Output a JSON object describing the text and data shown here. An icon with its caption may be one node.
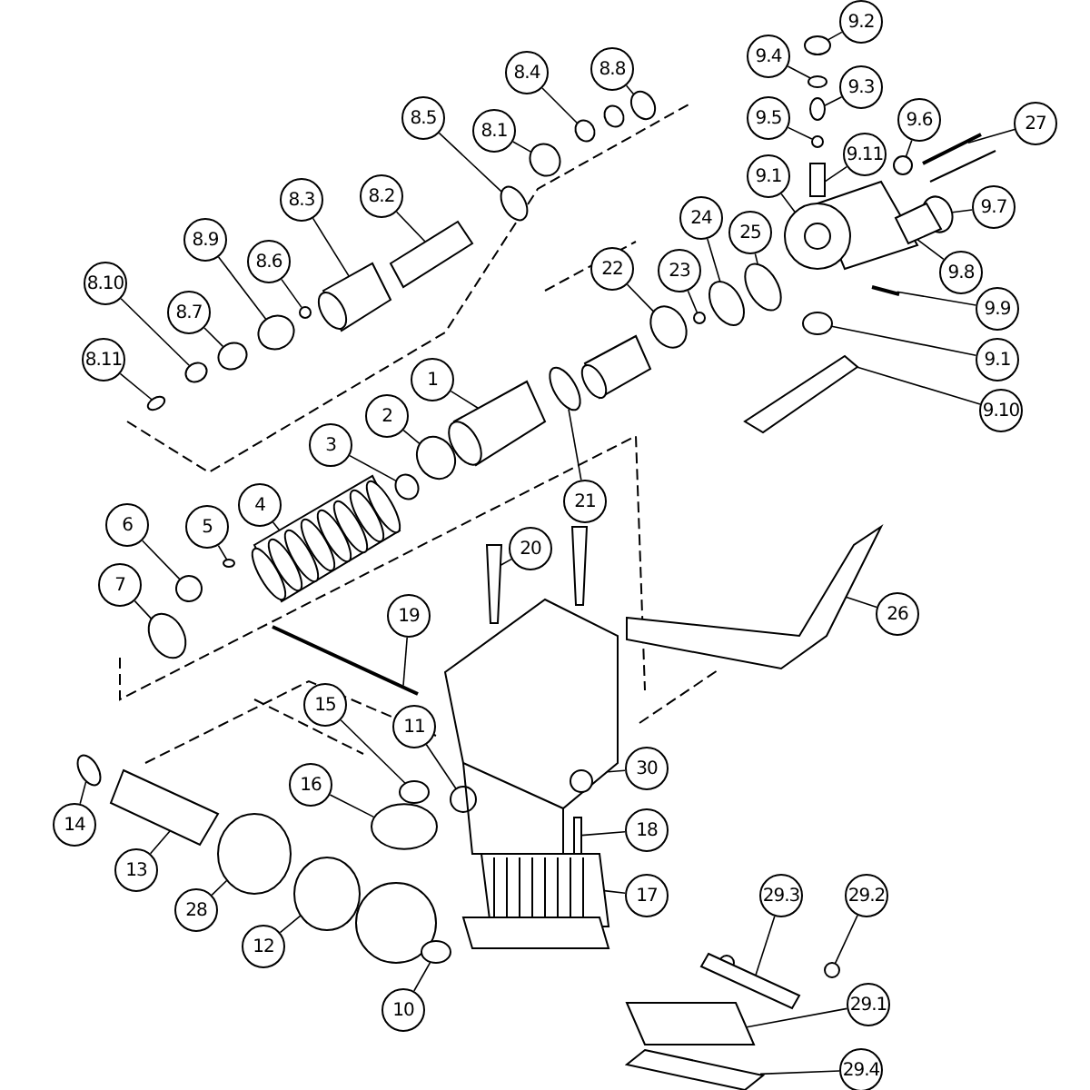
{
  "diagram": {
    "nodes": [
      {
        "text": [
          "9.2"
        ]
      },
      {
        "text": [
          "9.4"
        ]
      },
      {
        "text": [
          "8.8"
        ]
      },
      {
        "text": [
          "8.4"
        ]
      },
      {
        "text": [
          "9.3"
        ]
      },
      {
        "text": [
          "8.5"
        ]
      },
      {
        "text": [
          "9.5"
        ]
      },
      {
        "text": [
          "9.6"
        ]
      },
      {
        "text": [
          "27"
        ]
      },
      {
        "text": [
          "8.1"
        ]
      },
      {
        "text": [
          "9.11"
        ]
      },
      {
        "text": [
          "9.1"
        ]
      },
      {
        "text": [
          "8.2"
        ]
      },
      {
        "text": [
          "8.3"
        ]
      },
      {
        "text": [
          "9.7"
        ]
      },
      {
        "text": [
          "24"
        ]
      },
      {
        "text": [
          "25"
        ]
      },
      {
        "text": [
          "8.9"
        ]
      },
      {
        "text": [
          "9.8"
        ]
      },
      {
        "text": [
          "8.6"
        ]
      },
      {
        "text": [
          "22"
        ]
      },
      {
        "text": [
          "23"
        ]
      },
      {
        "text": [
          "8.10"
        ]
      },
      {
        "text": [
          "9.9"
        ]
      },
      {
        "text": [
          "8.7"
        ]
      },
      {
        "text": [
          "8.11"
        ]
      },
      {
        "text": [
          "9.1"
        ]
      },
      {
        "text": [
          "1"
        ]
      },
      {
        "text": [
          "9.10"
        ]
      },
      {
        "text": [
          "2"
        ]
      },
      {
        "text": [
          "3"
        ]
      },
      {
        "text": [
          "21"
        ]
      },
      {
        "text": [
          "4"
        ]
      },
      {
        "text": [
          "6"
        ]
      },
      {
        "text": [
          "5"
        ]
      },
      {
        "text": [
          "20"
        ]
      },
      {
        "text": [
          "7"
        ]
      },
      {
        "text": [
          "26"
        ]
      },
      {
        "text": [
          "19"
        ]
      },
      {
        "text": [
          "15"
        ]
      },
      {
        "text": [
          "11"
        ]
      },
      {
        "text": [
          "30"
        ]
      },
      {
        "text": [
          "16"
        ]
      },
      {
        "text": [
          "14"
        ]
      },
      {
        "text": [
          "18"
        ]
      },
      {
        "text": [
          "13"
        ]
      },
      {
        "text": [
          "17"
        ]
      },
      {
        "text": [
          "29.3"
        ]
      },
      {
        "text": [
          "29.2"
        ]
      },
      {
        "text": [
          "28"
        ]
      },
      {
        "text": [
          "12"
        ]
      },
      {
        "text": [
          "29.1"
        ]
      },
      {
        "text": [
          "10"
        ]
      },
      {
        "text": [
          "29.4"
        ]
      },
      {
        "text": [],
        "shape": "circle"
      },
      {
        "text": [],
        "shape": "circle"
      },
      {
        "text": [],
        "shape": "circle"
      },
      {
        "text": [],
        "shape": "circle"
      },
      {
        "text": [],
        "shape": "circle"
      },
      {
        "text": [],
        "shape": "circle"
      },
      {
        "text": [],
        "shape": "circle"
      },
      {
        "text": [],
        "shape": "circle"
      },
      {
        "text": [],
        "shape": "bar"
      },
      {
        "text": [],
        "shape": "circle"
      },
      {
        "text": [],
        "shape": "box"
      },
      {
        "text": [],
        "shape": "picture"
      },
      {
        "text": [],
        "shape": "box"
      },
      {
        "text": [],
        "shape": "picture"
      },
      {
        "text": [],
        "shape": "circle"
      },
      {
        "text": [],
        "shape": "circle"
      },
      {
        "text": [],
        "shape": "circle"
      },
      {
        "text": [],
        "shape": "circle"
      },
      {
        "text": [],
        "shape": "box"
      },
      {
        "text": [],
        "shape": "circle"
      },
      {
        "text": [],
        "shape": "circle"
      },
      {
        "text": [],
        "shape": "circle"
      },
      {
        "text": [],
        "shape": "circle"
      },
      {
        "text": [],
        "shape": "bar"
      },
      {
        "text": [],
        "shape": "circle"
      },
      {
        "text": [],
        "shape": "circle"
      },
      {
        "text": [],
        "shape": "circle"
      },
      {
        "text": [],
        "shape": "picture"
      },
      {
        "text": [],
        "shape": "box"
      },
      {
        "text": [],
        "shape": "circle"
      },
      {
        "text": [],
        "shape": "circle"
      },
      {
        "text": [],
        "shape": "circle"
      },
      {
        "text": [],
        "shape": "picture"
      },
      {
        "text": [],
        "shape": "circle"
      },
      {
        "text": [],
        "shape": "circle"
      },
      {
        "text": [],
        "shape": "box"
      },
      {
        "text": [],
        "shape": "circle"
      },
      {
        "text": [],
        "shape": "box"
      },
      {
        "text": [],
        "shape": "bar"
      },
      {
        "text": [],
        "shape": "circle"
      },
      {
        "text": [],
        "shape": "circle"
      },
      {
        "text": [],
        "shape": "picture"
      },
      {
        "text": [],
        "shape": "circle"
      },
      {
        "text": [],
        "shape": "circle"
      },
      {
        "text": [],
        "shape": "box"
      },
      {
        "text": [],
        "shape": "box"
      },
      {
        "text": [],
        "shape": "picture"
      },
      {
        "text": [],
        "shape": "box"
      },
      {
        "text": [],
        "shape": "circle"
      },
      {
        "text": [],
        "shape": "circle"
      },
      {
        "text": [],
        "shape": "circle"
      },
      {
        "text": [],
        "shape": "box"
      },
      {
        "text": [],
        "shape": "circle"
      },
      {
        "text": [],
        "shape": "box"
      }
    ],
    "edges": [
      {
        "from": 0,
        "to": 54,
        "arrow": "none"
      },
      {
        "from": 1,
        "to": 55,
        "arrow": "none"
      },
      {
        "from": 2,
        "to": 56,
        "arrow": "none"
      },
      {
        "from": 3,
        "to": 57,
        "arrow": "none"
      },
      {
        "from": 4,
        "to": 58,
        "arrow": "none"
      },
      {
        "from": 5,
        "to": 59,
        "arrow": "none"
      },
      {
        "from": 6,
        "to": 60,
        "arrow": "none"
      },
      {
        "from": 7,
        "to": 61,
        "arrow": "none"
      },
      {
        "from": 8,
        "to": 62,
        "arrow": "none"
      },
      {
        "from": 9,
        "to": 63,
        "arrow": "none"
      },
      {
        "from": 10,
        "to": 64,
        "arrow": "none"
      },
      {
        "from": 11,
        "to": 65,
        "arrow": "none"
      },
      {
        "from": 12,
        "to": 66,
        "arrow": "none"
      },
      {
        "from": 13,
        "to": 67,
        "arrow": "none"
      },
      {
        "from": 14,
        "to": 68,
        "arrow": "none"
      },
      {
        "from": 15,
        "to": 69,
        "arrow": "none"
      },
      {
        "from": 16,
        "to": 70,
        "arrow": "none"
      },
      {
        "from": 17,
        "to": 71,
        "arrow": "none"
      },
      {
        "from": 18,
        "to": 72,
        "arrow": "none"
      },
      {
        "from": 19,
        "to": 73,
        "arrow": "none"
      },
      {
        "from": 20,
        "to": 74,
        "arrow": "none"
      },
      {
        "from": 21,
        "to": 75,
        "arrow": "none"
      },
      {
        "from": 22,
        "to": 76,
        "arrow": "none"
      },
      {
        "from": 23,
        "to": 77,
        "arrow": "none"
      },
      {
        "from": 24,
        "to": 78,
        "arrow": "none"
      },
      {
        "from": 25,
        "to": 79,
        "arrow": "none"
      },
      {
        "from": 26,
        "to": 80,
        "arrow": "none"
      },
      {
        "from": 27,
        "to": 81,
        "arrow": "none"
      },
      {
        "from": 28,
        "to": 82,
        "arrow": "none"
      },
      {
        "from": 29,
        "to": 83,
        "arrow": "none"
      },
      {
        "from": 30,
        "to": 84,
        "arrow": "none"
      },
      {
        "from": 31,
        "to": 85,
        "arrow": "none"
      },
      {
        "from": 32,
        "to": 86,
        "arrow": "none"
      },
      {
        "from": 33,
        "to": 87,
        "arrow": "none"
      },
      {
        "from": 34,
        "to": 88,
        "arrow": "none"
      },
      {
        "from": 35,
        "to": 89,
        "arrow": "none"
      },
      {
        "from": 36,
        "to": 90,
        "arrow": "none"
      },
      {
        "from": 37,
        "to": 91,
        "arrow": "none"
      },
      {
        "from": 38,
        "to": 92,
        "arrow": "none"
      },
      {
        "from": 39,
        "to": 93,
        "arrow": "none"
      },
      {
        "from": 40,
        "to": 94,
        "arrow": "none"
      },
      {
        "from": 41,
        "to": 95,
        "arrow": "none"
      },
      {
        "from": 42,
        "to": 96,
        "arrow": "none"
      },
      {
        "from": 43,
        "to": 97,
        "arrow": "none"
      },
      {
        "from": 44,
        "to": 98,
        "arrow": "none"
      },
      {
        "from": 45,
        "to": 99,
        "arrow": "none"
      },
      {
        "from": 46,
        "to": 100,
        "arrow": "none"
      },
      {
        "from": 47,
        "to": 101,
        "arrow": "none"
      },
      {
        "from": 48,
        "to": 102,
        "arrow": "none"
      },
      {
        "from": 49,
        "to": 103,
        "arrow": "none"
      },
      {
        "from": 50,
        "to": 104,
        "arrow": "none"
      },
      {
        "from": 51,
        "to": 105,
        "arrow": "none"
      },
      {
        "from": 52,
        "to": 106,
        "arrow": "none"
      },
      {
        "from": 53,
        "to": 107,
        "arrow": "none"
      }
    ]
  }
}
